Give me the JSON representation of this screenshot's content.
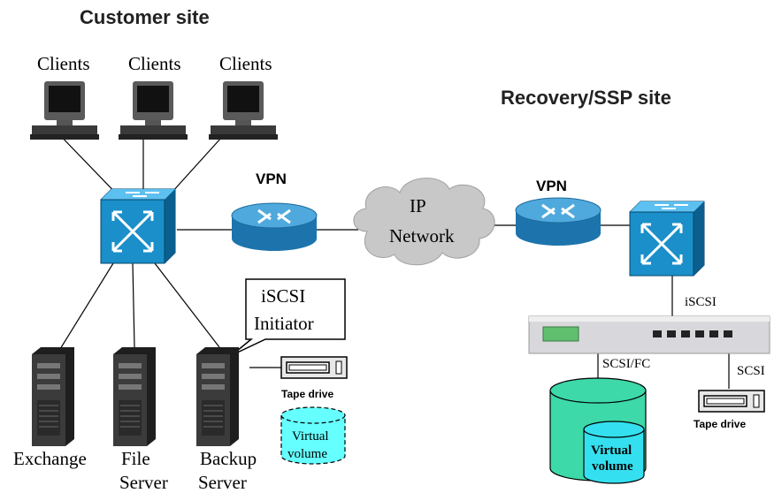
{
  "customer_site": {
    "title": "Customer site",
    "clients": [
      "Clients",
      "Clients",
      "Clients"
    ],
    "vpn_label": "VPN",
    "initiator_callout": [
      "iSCSI",
      "Initiator"
    ],
    "servers": {
      "exchange": [
        "Exchange"
      ],
      "file_server": [
        "File",
        "Server"
      ],
      "backup_server": [
        "Backup",
        "Server"
      ]
    },
    "tape_drive": "Tape drive",
    "virtual_volume": [
      "Virtual",
      "volume"
    ]
  },
  "network": {
    "cloud_label": [
      "IP",
      "Network"
    ]
  },
  "recovery_site": {
    "title": "Recovery/SSP site",
    "vpn_label": "VPN",
    "iscsi_link": "iSCSI",
    "scsi_fc_link": "SCSI/FC",
    "scsi_link": "SCSI",
    "tape_drive": "Tape drive",
    "virtual_volume": [
      "Virtual",
      "volume"
    ]
  },
  "colors": {
    "switch_blue": "#1a8fc9",
    "router_blue": "#2f8ec4",
    "cloud_gray": "#c8c8c8",
    "virtual_volume_cyan": "#66ffff",
    "disk_green": "#3dd9a8",
    "inner_volume_cyan": "#34e0f0"
  }
}
